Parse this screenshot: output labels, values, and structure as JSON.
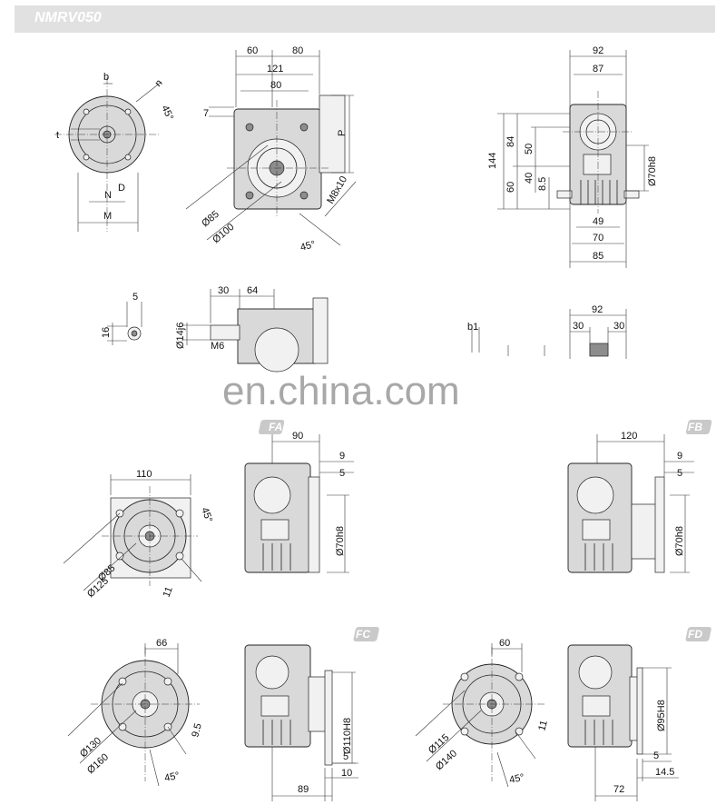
{
  "header": {
    "title": "NMRV050"
  },
  "watermark": "en.china.com",
  "views": {
    "front": {
      "b": "b",
      "t": "t",
      "n": "n",
      "angle": "45°",
      "N": "N",
      "D": "D",
      "M": "M"
    },
    "side": {
      "d60": "60",
      "d80": "80",
      "d121": "121",
      "d80b": "80",
      "d7": "7",
      "P": "P",
      "dia85": "Ø85",
      "dia100": "Ø100",
      "M8": "M8x10",
      "angle": "45°"
    },
    "right": {
      "d92": "92",
      "d87": "87",
      "d144": "144",
      "d84": "84",
      "d50": "50",
      "d60": "60",
      "d40": "40",
      "d85v": "8.5",
      "dia70": "Ø70h8",
      "d49": "49",
      "d70": "70",
      "d85": "85"
    },
    "shaft": {
      "d5": "5",
      "d16": "16",
      "d30": "30",
      "d64": "64",
      "dia14": "Ø14j6",
      "M6": "M6"
    },
    "flange_shaft": {
      "b1": "b1",
      "d92": "92",
      "d30a": "30",
      "d30b": "30"
    },
    "FA": {
      "badge": "FA",
      "d110": "110",
      "angle": "45°",
      "dia85": "Ø85",
      "dia125": "Ø125",
      "d11": "11",
      "d90": "90",
      "d9": "9",
      "d5": "5",
      "dia70": "Ø70h8"
    },
    "FB": {
      "badge": "FB",
      "d120": "120",
      "d9": "9",
      "d5": "5",
      "dia70": "Ø70h8"
    },
    "FC": {
      "badge": "FC",
      "d66": "66",
      "d95": "9.5",
      "dia130": "Ø130",
      "dia160": "Ø160",
      "angle": "45°",
      "dia110": "Ø110H8",
      "d5": "5",
      "d10": "10",
      "d89": "89"
    },
    "FD": {
      "badge": "FD",
      "d60": "60",
      "d11": "11",
      "dia115": "Ø115",
      "dia140": "Ø140",
      "angle": "45°",
      "dia95": "Ø95H8",
      "d5": "5",
      "d145": "14.5",
      "d72": "72"
    }
  }
}
